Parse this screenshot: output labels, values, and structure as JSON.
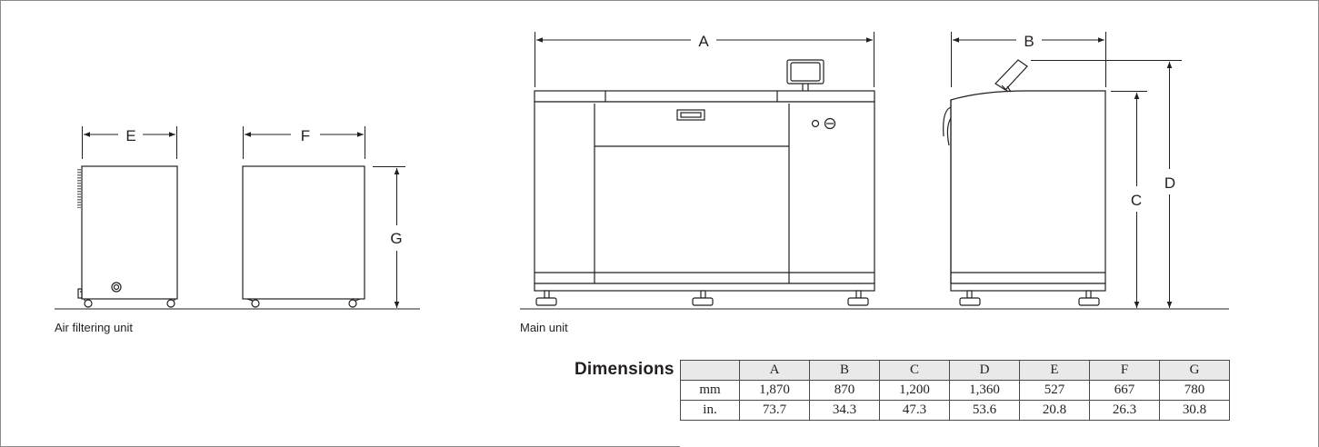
{
  "letters": {
    "A": "A",
    "B": "B",
    "C": "C",
    "D": "D",
    "E": "E",
    "F": "F",
    "G": "G"
  },
  "captions": {
    "air_filtering_unit": "Air filtering unit",
    "main_unit": "Main unit"
  },
  "dimensions": {
    "title": "Dimensions",
    "columns": [
      "A",
      "B",
      "C",
      "D",
      "E",
      "F",
      "G"
    ],
    "rows": [
      {
        "unit": "mm",
        "values": [
          "1,870",
          "870",
          "1,200",
          "1,360",
          "527",
          "667",
          "780"
        ]
      },
      {
        "unit": "in.",
        "values": [
          "73.7",
          "34.3",
          "47.3",
          "53.6",
          "20.8",
          "26.3",
          "30.8"
        ]
      }
    ]
  },
  "colors": {
    "line": "#231f20",
    "frame": "#8a8a8a",
    "table_header": "#e9e9e9"
  }
}
